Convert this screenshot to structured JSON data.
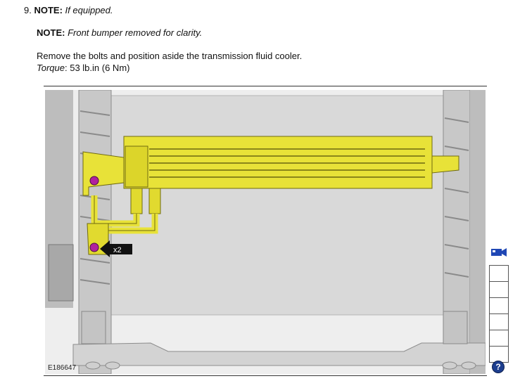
{
  "step": {
    "number": "9.",
    "note_label": "NOTE:",
    "note_text": "If equipped."
  },
  "note2": {
    "label": "NOTE:",
    "text": "Front bumper removed for clarity."
  },
  "instruction": {
    "text": "Remove the bolts and position aside the transmission fluid cooler.",
    "torque_label": "Torque",
    "torque_value": ": 53 lb.in (6 Nm)"
  },
  "figure": {
    "id": "E186647",
    "callout": "x2",
    "colors": {
      "highlight": "#e8e238",
      "bolt": "#b0219e",
      "frame": "#9a9a9a",
      "background": "#e2e2e2"
    }
  },
  "sidebar": {
    "icon": "video-camera-icon",
    "box_count_visual": 6,
    "help_icon": "help-icon",
    "help_glyph": "?"
  }
}
